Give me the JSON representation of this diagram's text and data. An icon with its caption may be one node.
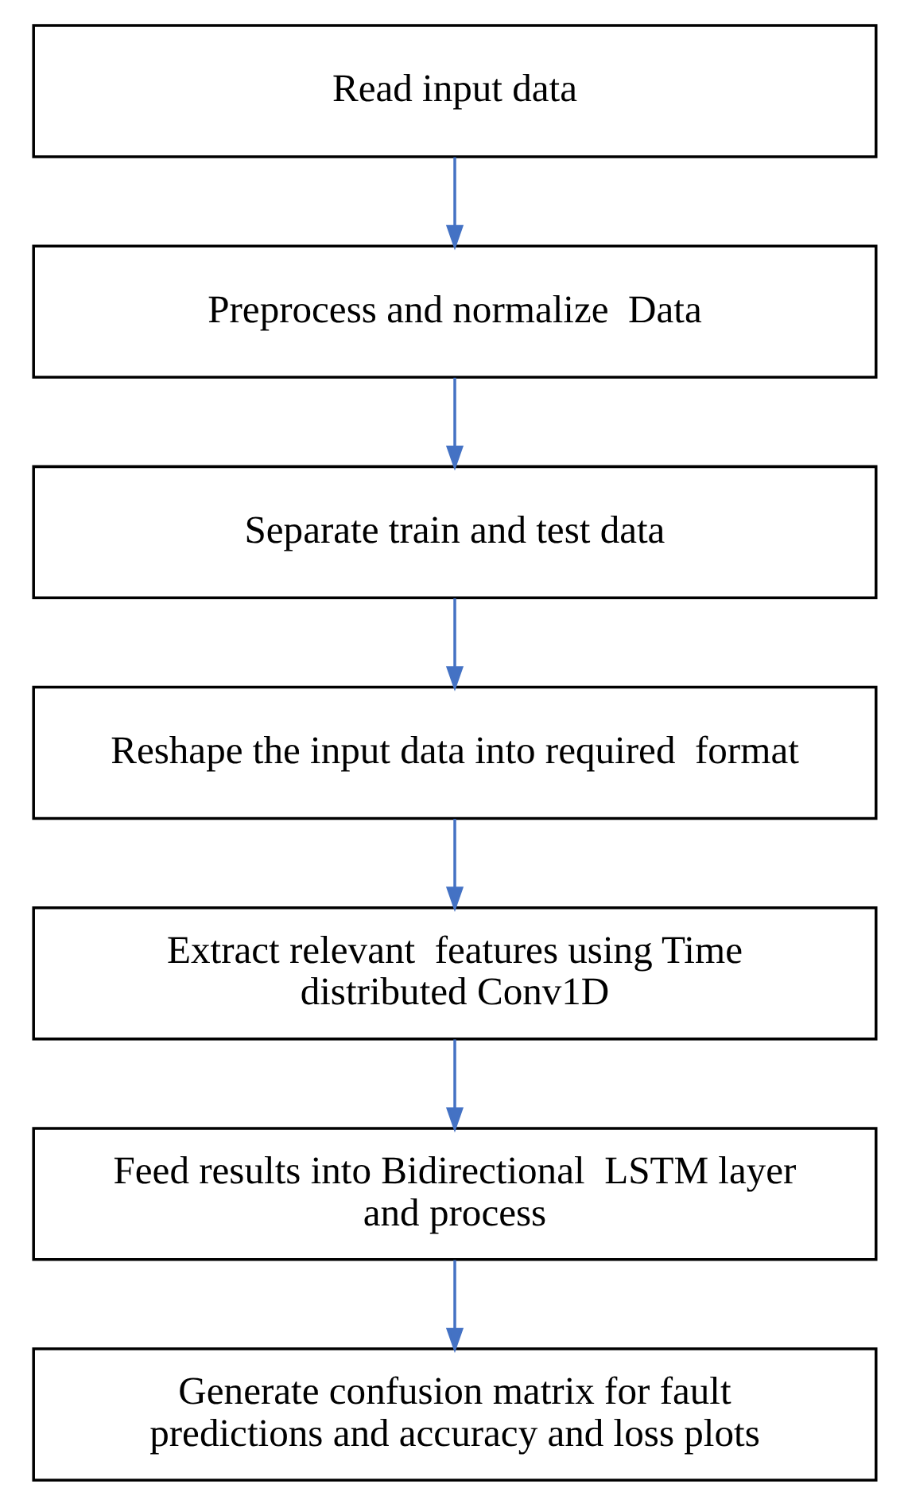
{
  "diagram": {
    "nodes": [
      {
        "text": [
          "Read input data"
        ]
      },
      {
        "text": [
          "Preprocess and normalize  Data"
        ]
      },
      {
        "text": [
          "Separate train and test data"
        ]
      },
      {
        "text": [
          "Reshape the input data into required  format"
        ]
      },
      {
        "text": [
          "Extract relevant  features using Time distributed Conv1D"
        ]
      },
      {
        "text": [
          "Feed results into Bidirectional  LSTM layer and process"
        ]
      },
      {
        "text": [
          "Generate confusion matrix for fault predictions and accuracy and loss plots"
        ]
      }
    ],
    "edges": [
      {
        "from": 0,
        "to": 1,
        "arrow": "to"
      },
      {
        "from": 1,
        "to": 2,
        "arrow": "to"
      },
      {
        "from": 2,
        "to": 3,
        "arrow": "to"
      },
      {
        "from": 3,
        "to": 4,
        "arrow": "to"
      },
      {
        "from": 4,
        "to": 5,
        "arrow": "to"
      },
      {
        "from": 5,
        "to": 6,
        "arrow": "to"
      }
    ]
  }
}
